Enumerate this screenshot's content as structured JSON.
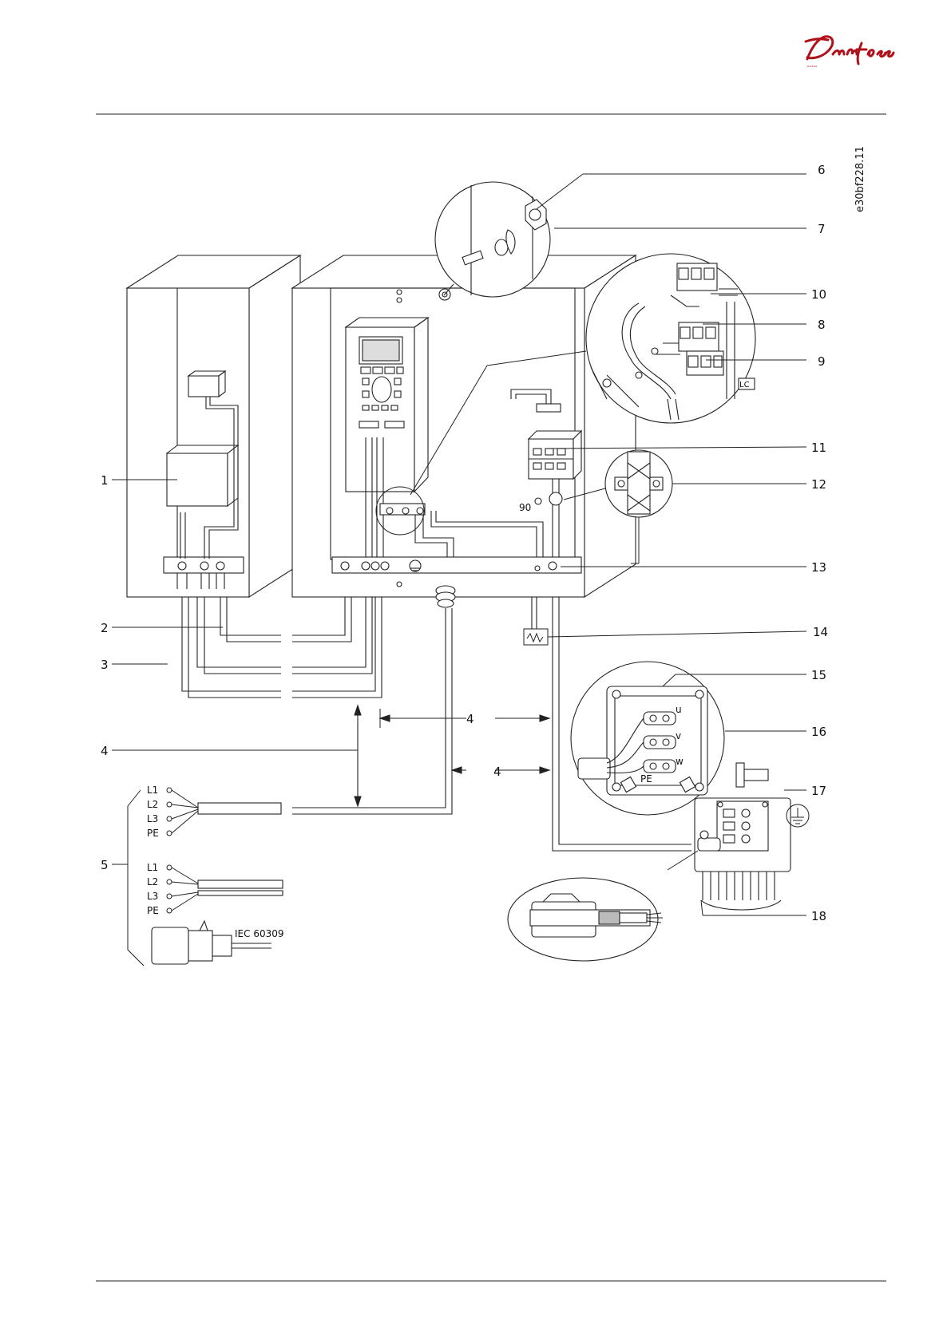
{
  "header": {
    "brand": "Danfoss"
  },
  "figure": {
    "doc_code": "e30bf228.11",
    "callouts": [
      {
        "id": "c1",
        "text": "1"
      },
      {
        "id": "c2",
        "text": "2"
      },
      {
        "id": "c3",
        "text": "3"
      },
      {
        "id": "c4a",
        "text": "4"
      },
      {
        "id": "c4b",
        "text": "4"
      },
      {
        "id": "c4c",
        "text": "4"
      },
      {
        "id": "c5",
        "text": "5"
      },
      {
        "id": "c6",
        "text": "6"
      },
      {
        "id": "c7",
        "text": "7"
      },
      {
        "id": "c8",
        "text": "8"
      },
      {
        "id": "c9",
        "text": "9"
      },
      {
        "id": "c10",
        "text": "10"
      },
      {
        "id": "c11",
        "text": "11"
      },
      {
        "id": "c12",
        "text": "12"
      },
      {
        "id": "c13",
        "text": "13"
      },
      {
        "id": "c14",
        "text": "14"
      },
      {
        "id": "c15",
        "text": "15"
      },
      {
        "id": "c16",
        "text": "16"
      },
      {
        "id": "c17",
        "text": "17"
      },
      {
        "id": "c18",
        "text": "18"
      }
    ],
    "mains_labels": {
      "set1": [
        "L1",
        "L2",
        "L3",
        "PE"
      ],
      "set2": [
        "L1",
        "L2",
        "L3",
        "PE"
      ]
    },
    "plug_standard": "IEC 60309",
    "motor_terminals": [
      "u",
      "v",
      "w",
      "PE"
    ],
    "angle_label": "90",
    "lc_label": "LC"
  }
}
